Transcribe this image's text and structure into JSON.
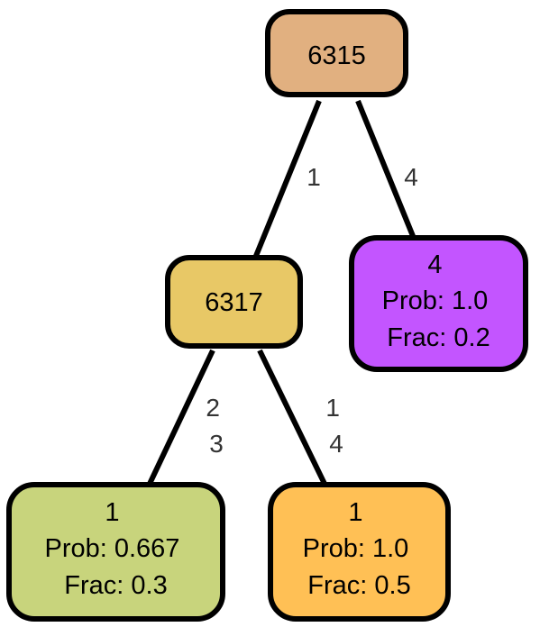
{
  "nodes": {
    "root": {
      "lines": [
        "6315"
      ],
      "color": "#E1B080"
    },
    "mid": {
      "lines": [
        "6317"
      ],
      "color": "#E8C866"
    },
    "right": {
      "lines": [
        "4",
        "Prob: 1.0",
        "Frac: 0.2"
      ],
      "color": "#C355FF"
    },
    "left_leaf": {
      "lines": [
        "1",
        "Prob: 0.667",
        "Frac: 0.3"
      ],
      "color": "#C8D47C"
    },
    "right_leaf": {
      "lines": [
        "1",
        "Prob: 1.0",
        "Frac: 0.5"
      ],
      "color": "#FFC055"
    }
  },
  "edges": {
    "root_mid": {
      "lines": [
        "1"
      ]
    },
    "root_right": {
      "lines": [
        "4"
      ]
    },
    "mid_left": {
      "lines": [
        "2",
        "3"
      ]
    },
    "mid_right": {
      "lines": [
        "1",
        "4"
      ]
    }
  },
  "style": {
    "stroke": "#000000",
    "edge_label_color": "#333333"
  }
}
